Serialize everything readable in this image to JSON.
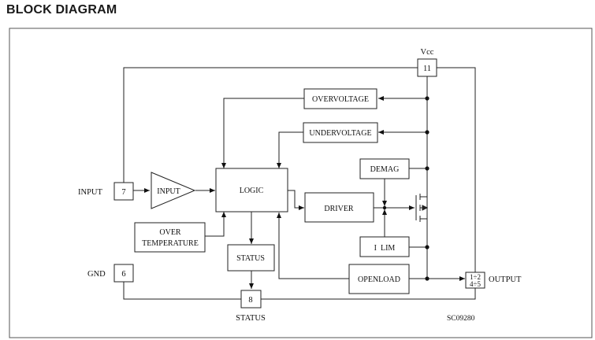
{
  "heading": "BLOCK DIAGRAM",
  "blocks": {
    "overvoltage": "OVERVOLTAGE",
    "undervoltage": "UNDERVOLTAGE",
    "demag": "DEMAG",
    "input_amp": "INPUT",
    "logic": "LOGIC",
    "driver": "DRIVER",
    "over_temp_line1": "OVER",
    "over_temp_line2": "TEMPERATURE",
    "status": "STATUS",
    "ilim": "I  LIM",
    "openload": "OPENLOAD"
  },
  "pins": {
    "vcc_num": "11",
    "input_num": "7",
    "gnd_num": "6",
    "status_num": "8",
    "output_top": "1÷2",
    "output_bottom": "4÷5"
  },
  "external_labels": {
    "vcc": "Vcc",
    "input": "INPUT",
    "gnd": "GND",
    "output": "OUTPUT",
    "status": "STATUS"
  },
  "figure_code": "SC09280"
}
